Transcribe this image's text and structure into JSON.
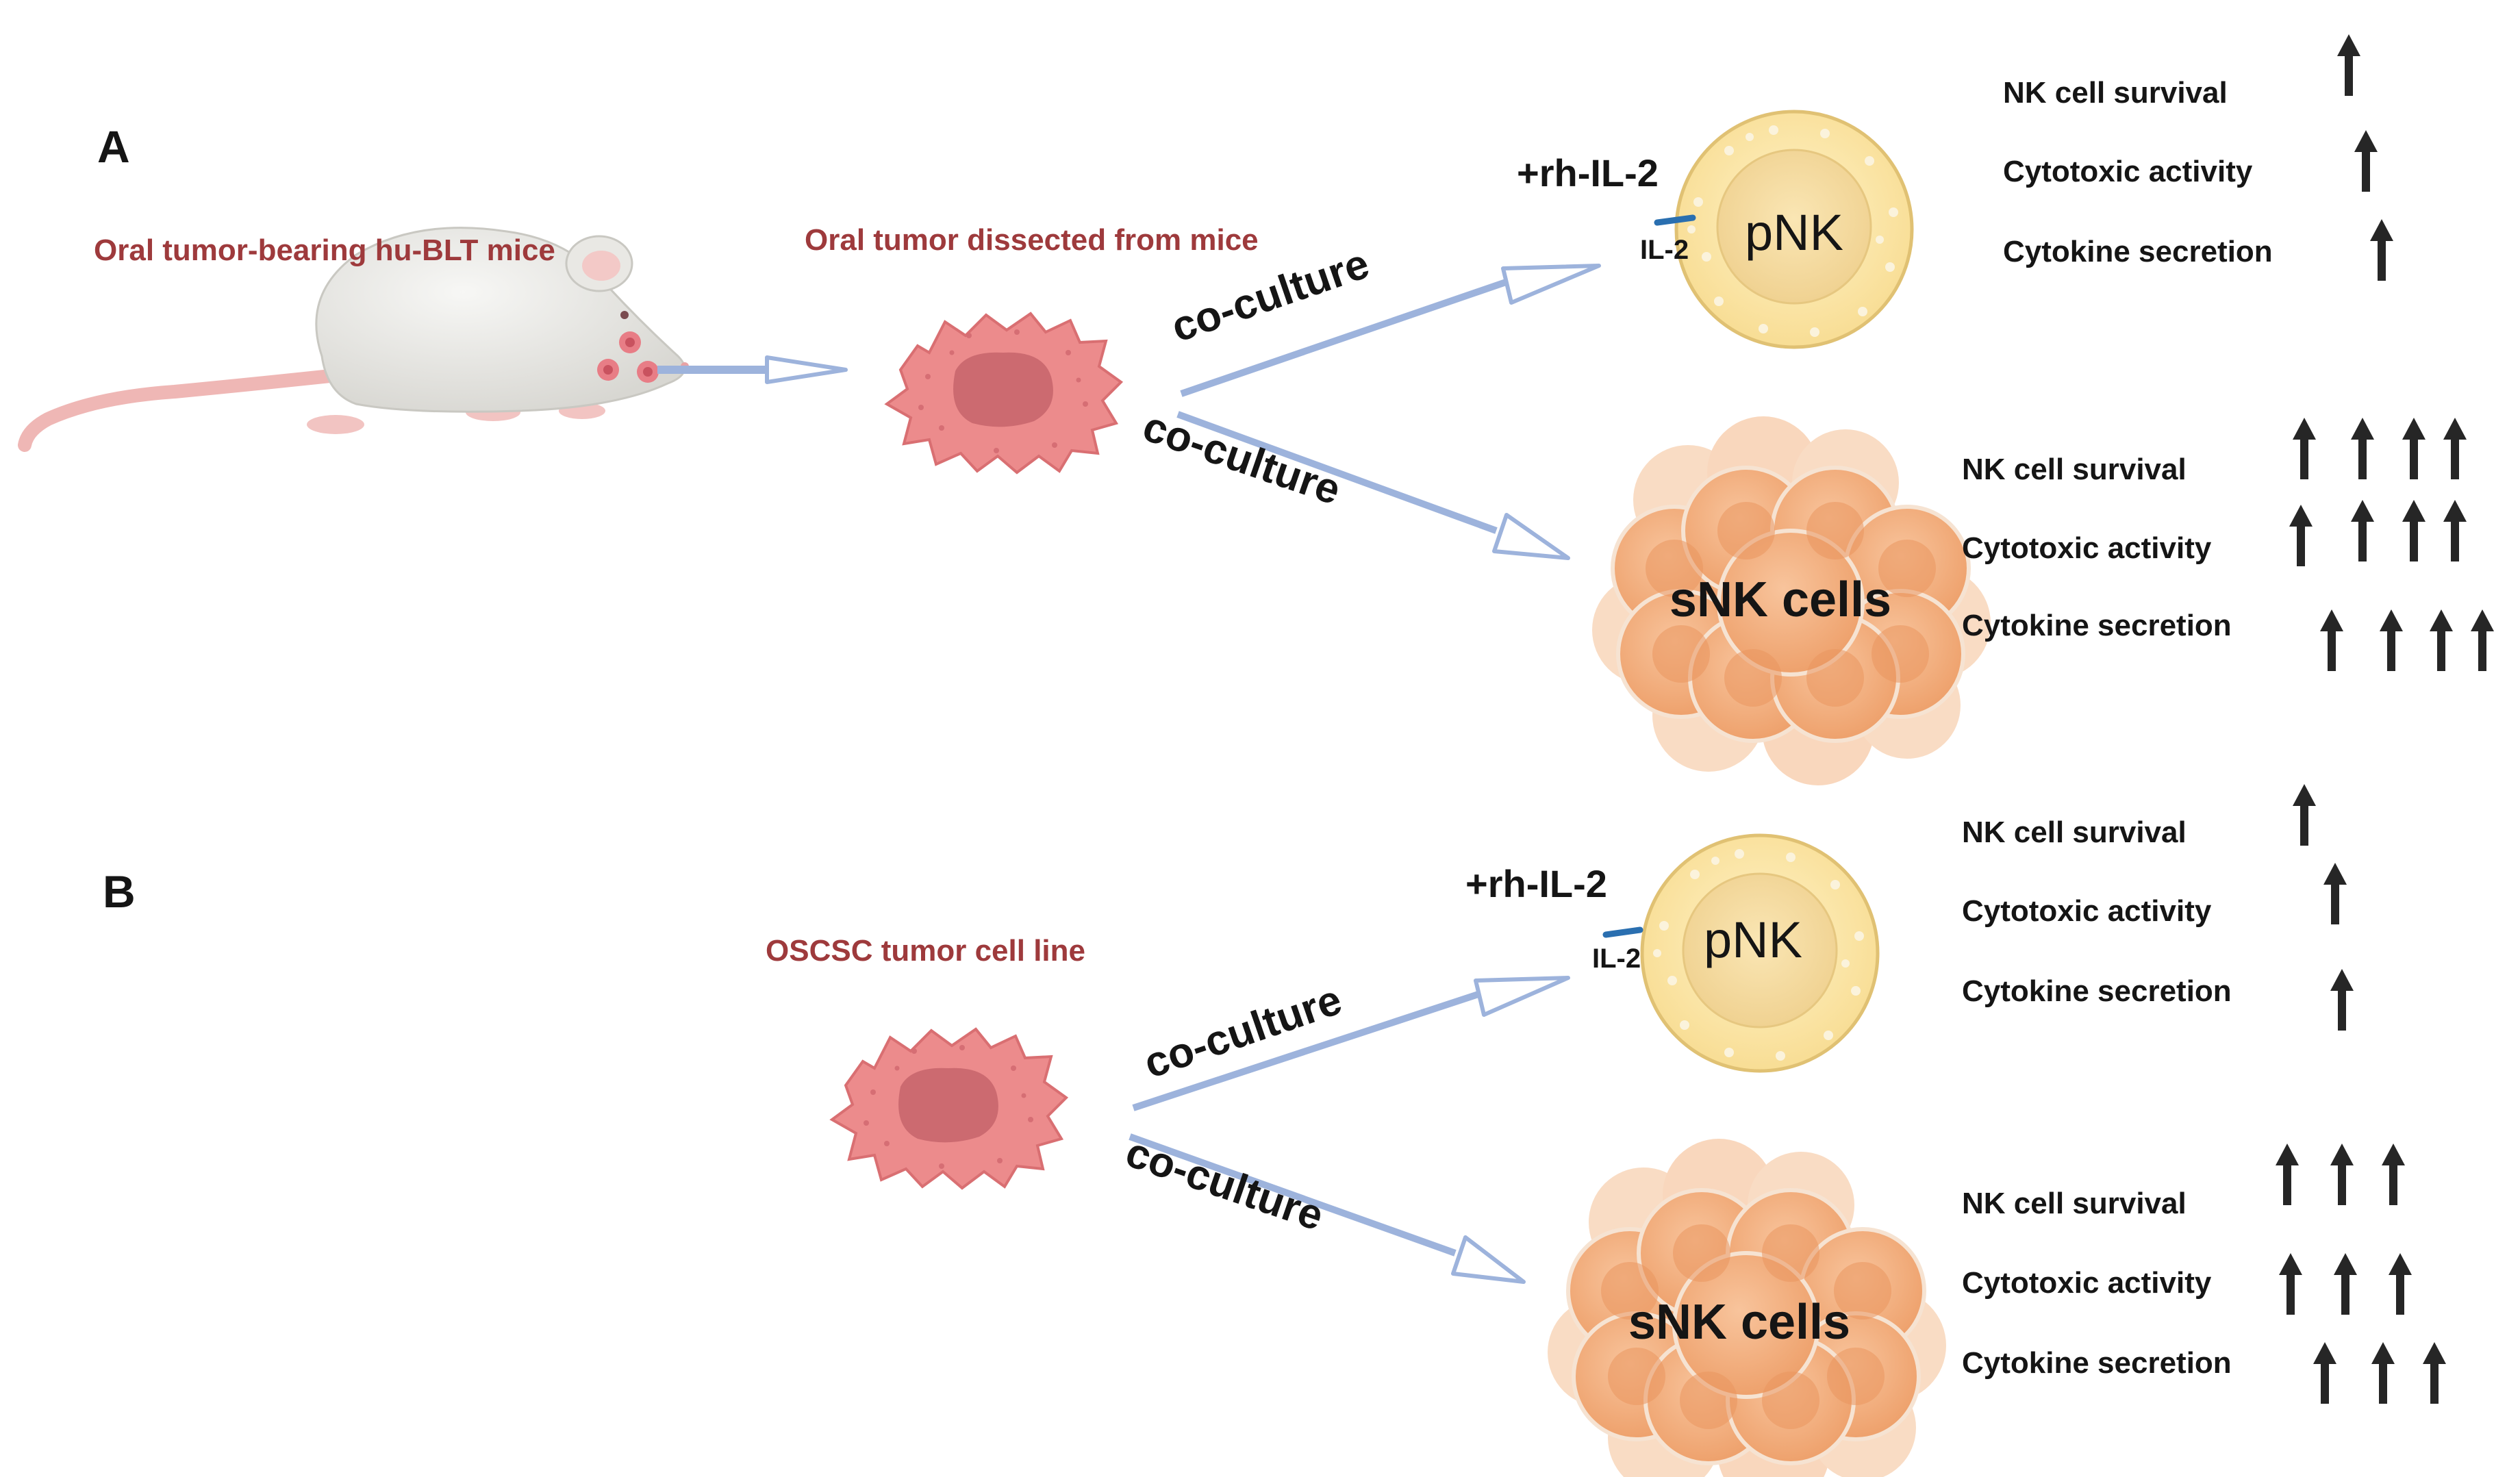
{
  "panel_a": {
    "letter": "A",
    "mouse_label": "Oral tumor-bearing hu-BLT mice",
    "tumor_label": "Oral tumor dissected from mice",
    "coculture_top": "co-culture",
    "coculture_bottom": "co-culture",
    "pnk": {
      "treatment": "+rh-IL-2",
      "receptor": "IL-2",
      "cell": "pNK",
      "effects": [
        {
          "label": "NK cell survival",
          "arrows": 1
        },
        {
          "label": "Cytotoxic activity",
          "arrows": 1
        },
        {
          "label": "Cytokine secretion",
          "arrows": 1
        }
      ]
    },
    "snk": {
      "cell": "sNK cells",
      "effects": [
        {
          "label": "NK cell survival",
          "arrows": 4
        },
        {
          "label": "Cytotoxic activity",
          "arrows": 4
        },
        {
          "label": "Cytokine secretion",
          "arrows": 4
        }
      ]
    }
  },
  "panel_b": {
    "letter": "B",
    "tumor_label": "OSCSC  tumor cell line",
    "coculture_top": "co-culture",
    "coculture_bottom": "co-culture",
    "pnk": {
      "treatment": "+rh-IL-2",
      "receptor": "IL-2",
      "cell": "pNK",
      "effects": [
        {
          "label": "NK cell survival",
          "arrows": 1
        },
        {
          "label": "Cytotoxic activity",
          "arrows": 1
        },
        {
          "label": "Cytokine secretion",
          "arrows": 1
        }
      ]
    },
    "snk": {
      "cell": "sNK cells",
      "effects": [
        {
          "label": "NK cell survival",
          "arrows": 3
        },
        {
          "label": "Cytotoxic activity",
          "arrows": 3
        },
        {
          "label": "Cytokine secretion",
          "arrows": 3
        }
      ]
    }
  },
  "colors": {
    "tumor_cell": "#ec8b8c",
    "tumor_nucleus": "#cc6a70",
    "pnk_cell": "#fbe6a8",
    "snk_cell": "#f2ac7d",
    "flow_arrow": "#9db3dc",
    "effect_arrow": "#262626",
    "label_red": "#9e3a3c"
  },
  "icons": [
    "mouse-icon",
    "tumor-cell-icon",
    "pnk-cell-icon",
    "snk-cluster-icon",
    "up-arrow-icon",
    "flow-arrow-icon"
  ]
}
